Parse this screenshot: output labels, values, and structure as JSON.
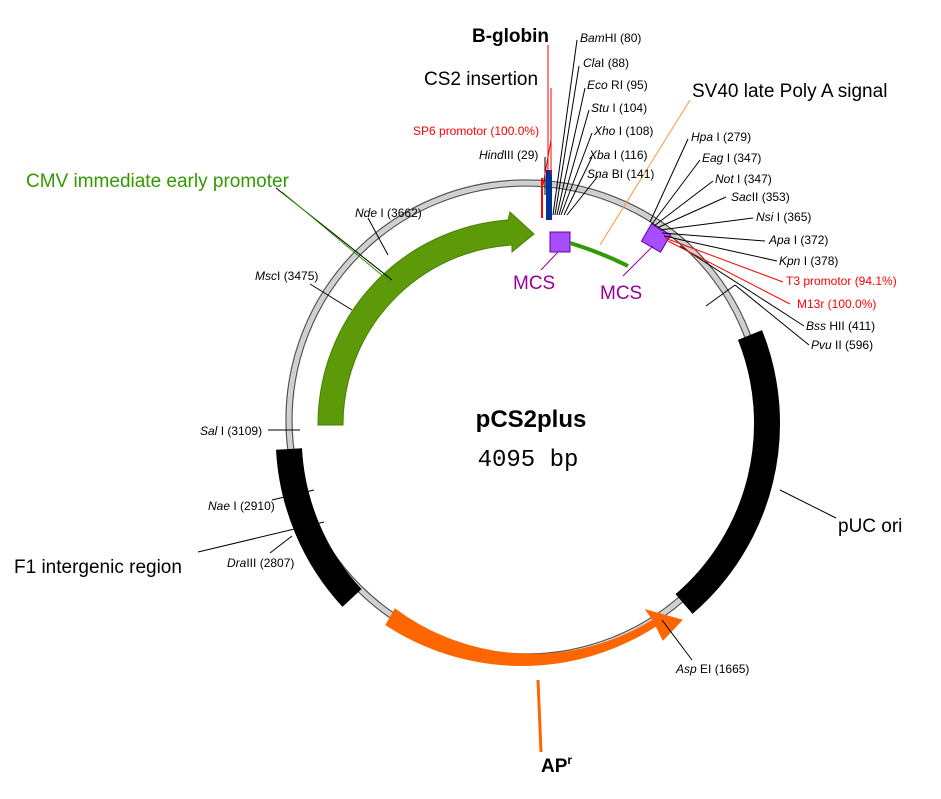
{
  "plasmid": {
    "name": "pCS2plus",
    "size": "4095 bp"
  },
  "features": {
    "b_globin": "B-globin",
    "cs2_insertion": "CS2 insertion",
    "sv40": "SV40 late Poly A signal",
    "cmv": "CMV immediate early promoter",
    "mcs_left": "MCS",
    "mcs_right": "MCS",
    "puc_ori": "pUC ori",
    "f1": "F1 intergenic region",
    "apr_main": "AP",
    "apr_sup": "r",
    "sp6": "SP6 promotor (100.0%)",
    "t3": "T3 promotor (94.1%)",
    "m13r": "M13r (100.0%)"
  },
  "sites": {
    "bamhi": {
      "name": "Bam",
      "suffix": "HI",
      "pos": "(80)"
    },
    "clai": {
      "name": "Cla",
      "suffix": "I",
      "pos": "(88)"
    },
    "ecori": {
      "name": "Eco",
      "suffix": "RI",
      "pos": "(95)"
    },
    "stui": {
      "name": "Stu",
      "suffix": "I",
      "pos": "(104)"
    },
    "xhoi": {
      "name": "Xho",
      "suffix": "I",
      "pos": "(108)"
    },
    "xbai": {
      "name": "Xba",
      "suffix": "I",
      "pos": "(116)"
    },
    "snabi": {
      "name": "Sna",
      "suffix": "BI",
      "pos": "(141)"
    },
    "hindiii": {
      "name": "Hind",
      "suffix": "III",
      "pos": "(29)"
    },
    "hpai": {
      "name": "Hpa",
      "suffix": "I",
      "pos": "(279)"
    },
    "eagi": {
      "name": "Eag",
      "suffix": "I",
      "pos": "(347)"
    },
    "noti": {
      "name": "Not",
      "suffix": "I",
      "pos": "(347)"
    },
    "sacii": {
      "name": "Sac",
      "suffix": "II",
      "pos": "(353)"
    },
    "nsii": {
      "name": "Nsi",
      "suffix": "I",
      "pos": "(365)"
    },
    "apai": {
      "name": "Apa",
      "suffix": "I",
      "pos": "(372)"
    },
    "kpni": {
      "name": "Kpn",
      "suffix": "I",
      "pos": "(378)"
    },
    "bsshii": {
      "name": "Bss",
      "suffix": "HII",
      "pos": "(411)"
    },
    "pvuii": {
      "name": "Pvu",
      "suffix": "II",
      "pos": "(596)"
    },
    "ndei": {
      "name": "Nde",
      "suffix": "I",
      "pos": "(3662)"
    },
    "msci": {
      "name": "Msc",
      "suffix": "I",
      "pos": "(3475)"
    },
    "sali": {
      "name": "Sal",
      "suffix": "I",
      "pos": "(3109)"
    },
    "naei": {
      "name": "Nae",
      "suffix": "I",
      "pos": "(2910)"
    },
    "draiii": {
      "name": "Dra",
      "suffix": "III",
      "pos": "(2807)"
    },
    "aspei": {
      "name": "Asp",
      "suffix": "EI",
      "pos": "(1665)"
    }
  },
  "colors": {
    "cmv": "#5c9a0a",
    "apr": "#ff6600",
    "ori": "#000000",
    "mcs": "#a64dff",
    "bglobin": "#003399",
    "sv40_line": "#ff9933",
    "promoter_text": "#ff0000"
  }
}
